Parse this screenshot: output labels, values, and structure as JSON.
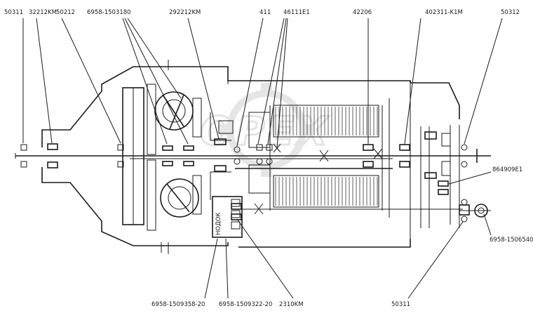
{
  "labels": {
    "top": [
      "50311",
      "32212KM",
      "50212",
      "6958-1503180",
      "292212KM",
      "411",
      "46111E1",
      "42206",
      "402311-K1M",
      "50312"
    ],
    "right": [
      "864909E1",
      "6958-1506540"
    ],
    "bottom": [
      "6958-1509358-20",
      "6958-1509322-20",
      "2310KM",
      "50311"
    ],
    "vertical": "НОДОК"
  },
  "watermark": {
    "text": "OPEX",
    "color": "#d9d9d9"
  }
}
